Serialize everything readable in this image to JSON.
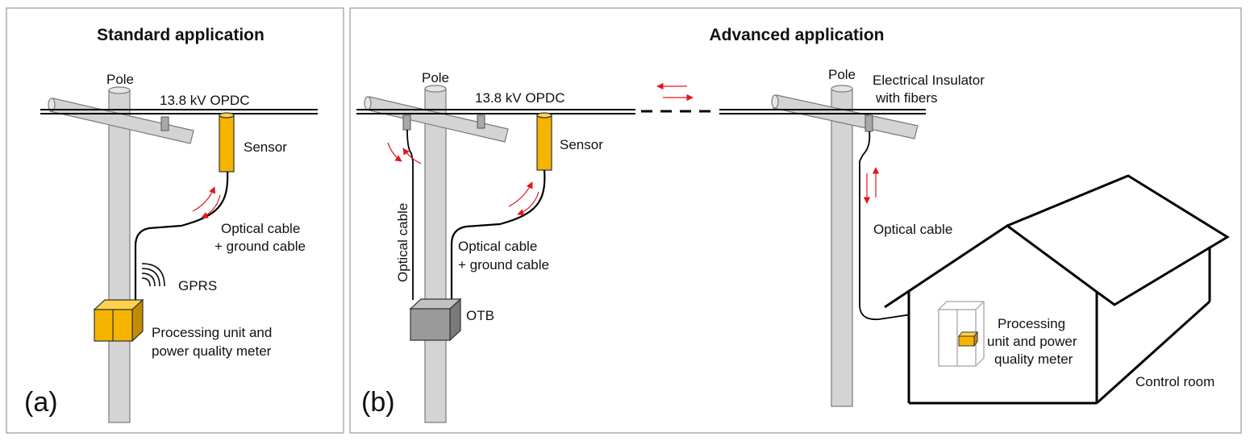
{
  "colors": {
    "pole": "#d4d4d4",
    "pole_stroke": "#7a7a7a",
    "sensor": "#f4b400",
    "sensor_dark": "#c48a00",
    "arrow": "#e3161b",
    "otb": "#9a9a9a",
    "panel_border": "#9a9a9a"
  },
  "panel_a": {
    "title": "Standard  application",
    "tag": "(a)",
    "pole": "Pole",
    "line": "13.8 kV OPDC",
    "sensor": "Sensor",
    "cable_1": "Optical cable",
    "cable_2": "+ ground cable",
    "gprs": "GPRS",
    "unit_1": "Processing unit and",
    "unit_2": "power quality meter"
  },
  "panel_b": {
    "title": "Advanced application",
    "tag": "(b)",
    "pole_left": "Pole",
    "line": "13.8 kV OPDC",
    "sensor": "Sensor",
    "optical_vertical": "Optical cable",
    "cable_1": "Optical cable",
    "cable_2": "+ ground cable",
    "otb": "OTB",
    "pole_right": "Pole",
    "insulator_1": "Electrical Insulator",
    "insulator_2": "with fibers",
    "optical_right": "Optical cable",
    "unit_1": "Processing",
    "unit_2": "unit and power",
    "unit_3": "quality meter",
    "room": "Control room"
  }
}
